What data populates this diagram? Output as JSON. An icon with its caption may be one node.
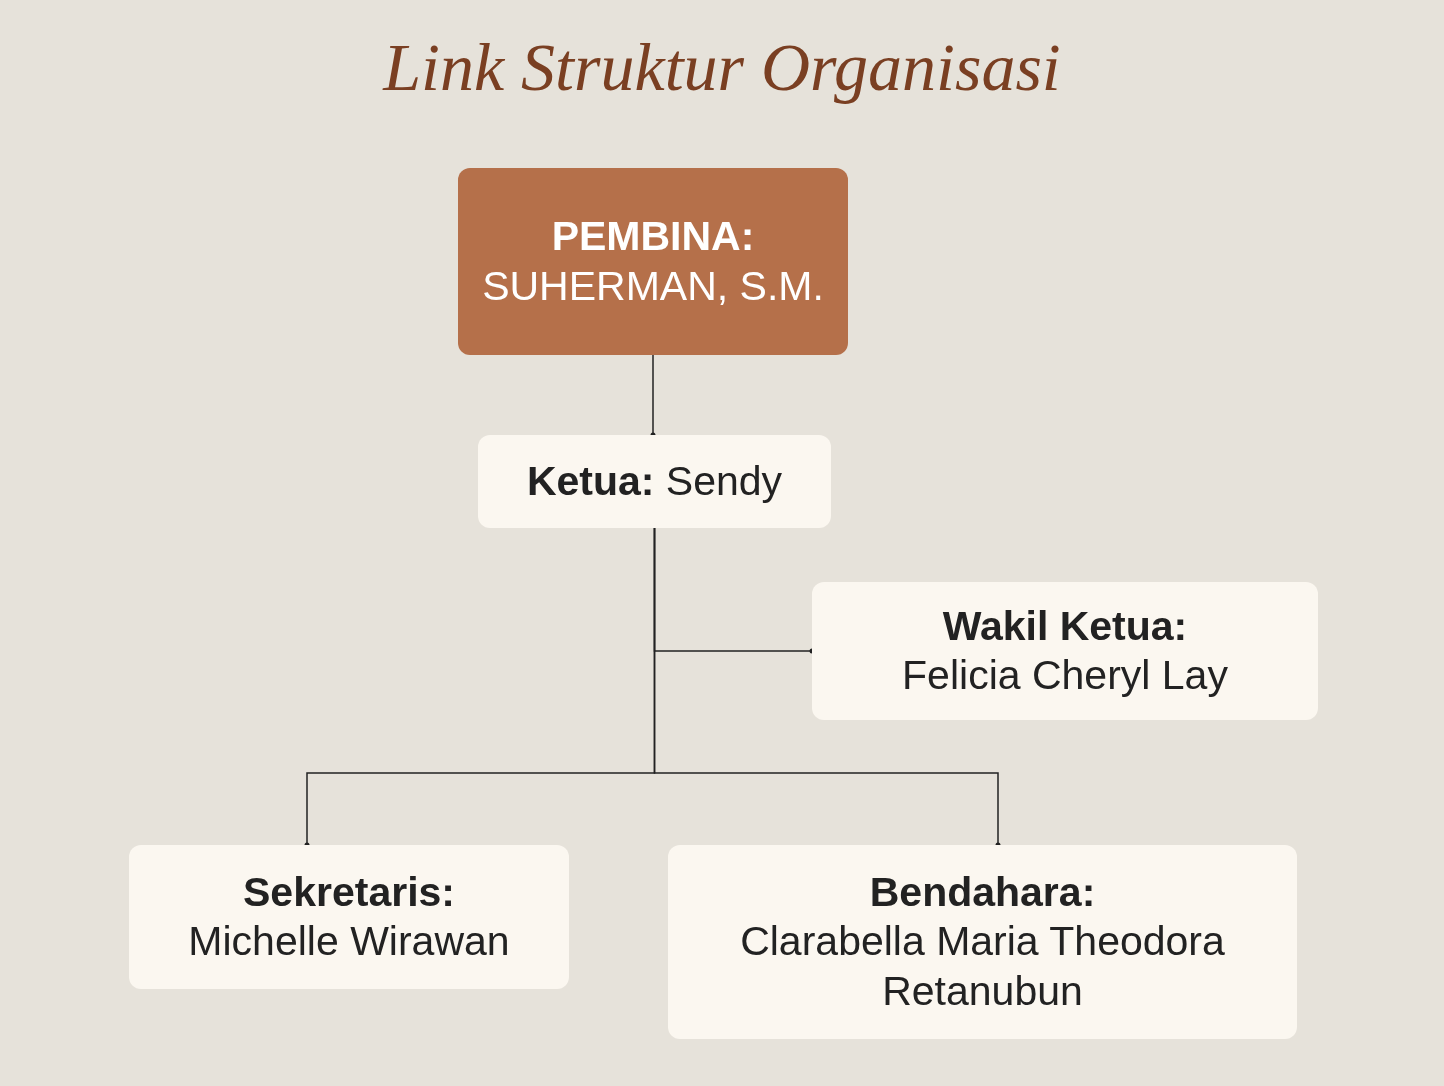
{
  "diagram": {
    "title": "Link Struktur Organisasi",
    "nodes": [
      {
        "text": [
          "PEMBINA:",
          "SUHERMAN, S.M."
        ]
      },
      {
        "text": [
          "**Ketua:** Sendy"
        ]
      },
      {
        "text": [
          "Wakil Ketua:",
          "Felicia Cheryl Lay"
        ]
      },
      {
        "text": [
          "Sekretaris:",
          "Michelle Wirawan"
        ]
      },
      {
        "text": [
          "Bendahara:",
          "Clarabella Maria Theodora Retanubun"
        ]
      }
    ],
    "edges": [
      {
        "from": 0,
        "to": 1,
        "arrow": "other"
      },
      {
        "from": 1,
        "to": 2,
        "arrow": "other"
      },
      {
        "from": 1,
        "to": 3,
        "arrow": "other"
      },
      {
        "from": 1,
        "to": 4,
        "arrow": "other"
      }
    ]
  }
}
